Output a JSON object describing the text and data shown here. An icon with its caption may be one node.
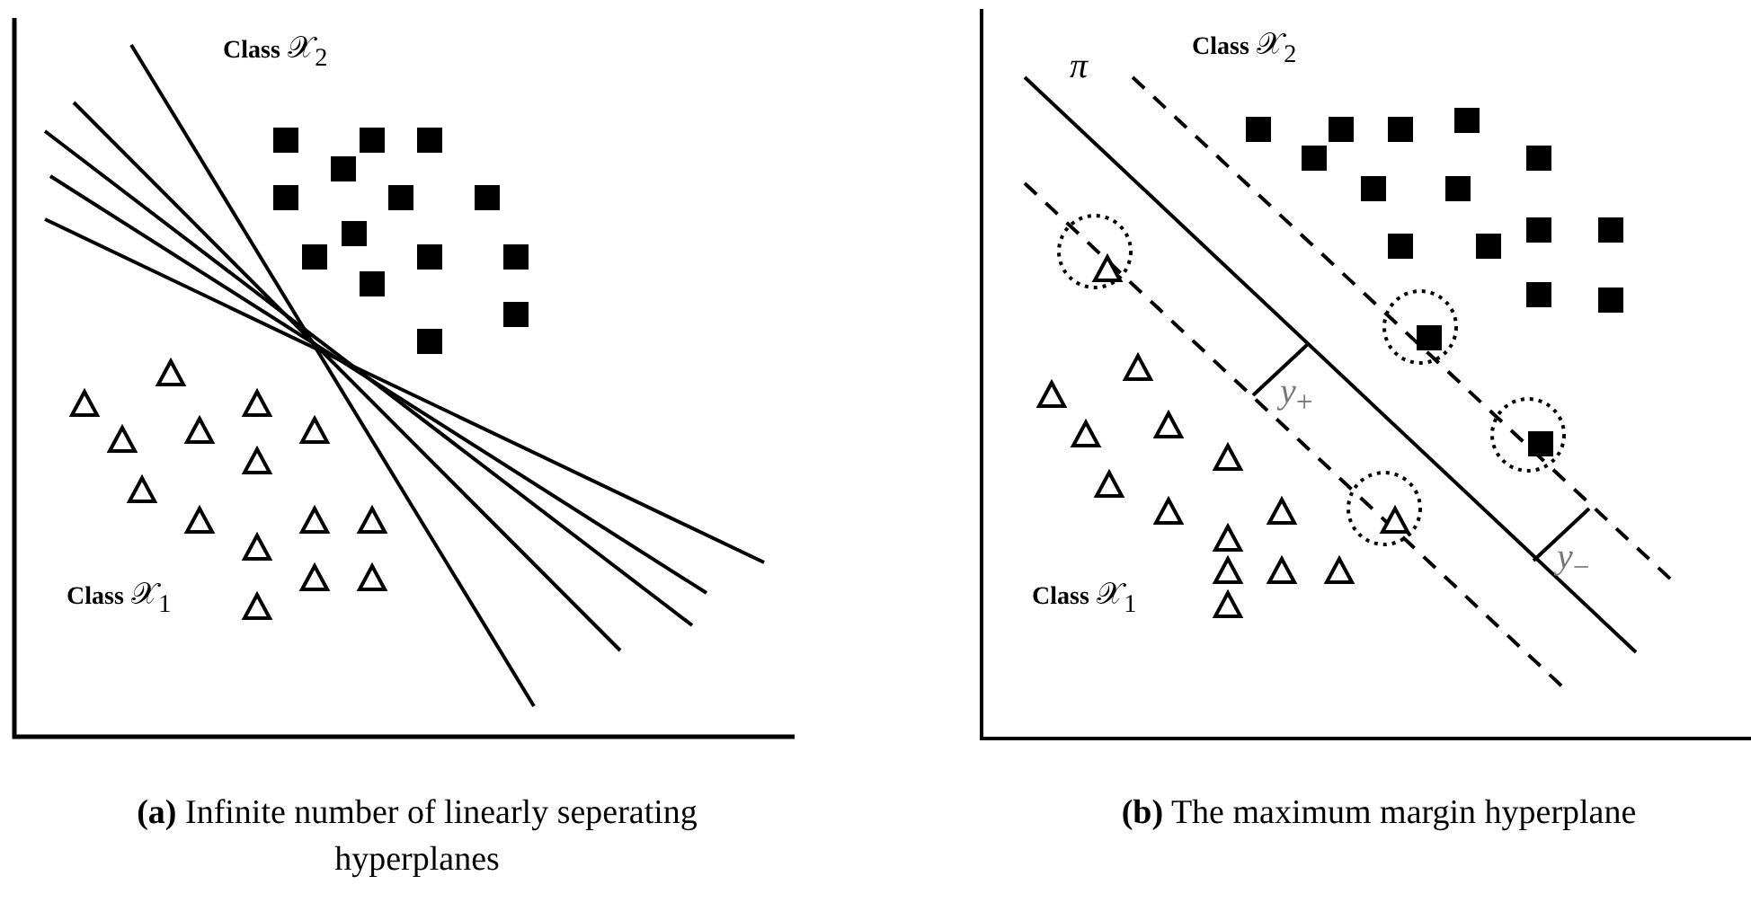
{
  "diagram": {
    "labels": [
      "**Class** 𝒳$_{2}$",
      "**Class** 𝒳$_{1}$",
      "π",
      "**Class** 𝒳$_{2}$",
      "*y*$_{+}$",
      "*y*$_{−}$",
      "**Class** 𝒳$_{1}$",
      "**(a)** Infinite number of linearly seperating hyperplanes",
      "**(b)** The maximum margin hyperplane"
    ]
  }
}
